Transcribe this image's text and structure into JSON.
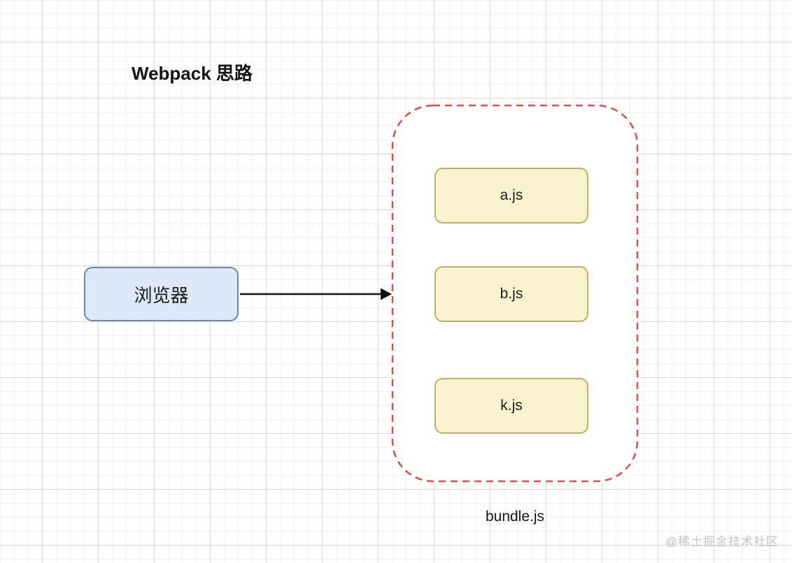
{
  "title": "Webpack 思路",
  "browser": {
    "label": "浏览器"
  },
  "bundle": {
    "label": "bundle.js",
    "modules": [
      {
        "label": "a.js"
      },
      {
        "label": "b.js"
      },
      {
        "label": "k.js"
      }
    ]
  },
  "watermark": "@稀土掘金技术社区",
  "colors": {
    "browser_fill": "#dde8f8",
    "browser_border": "#6f86ab",
    "module_fill": "#fbf2cf",
    "module_border": "#c8ad58",
    "bundle_boundary": "#dd4f44",
    "arrow": "#111111",
    "grid_major": "#d8d8d8",
    "grid_minor": "#f1f1f1",
    "watermark_text": "#c6c6c6"
  }
}
